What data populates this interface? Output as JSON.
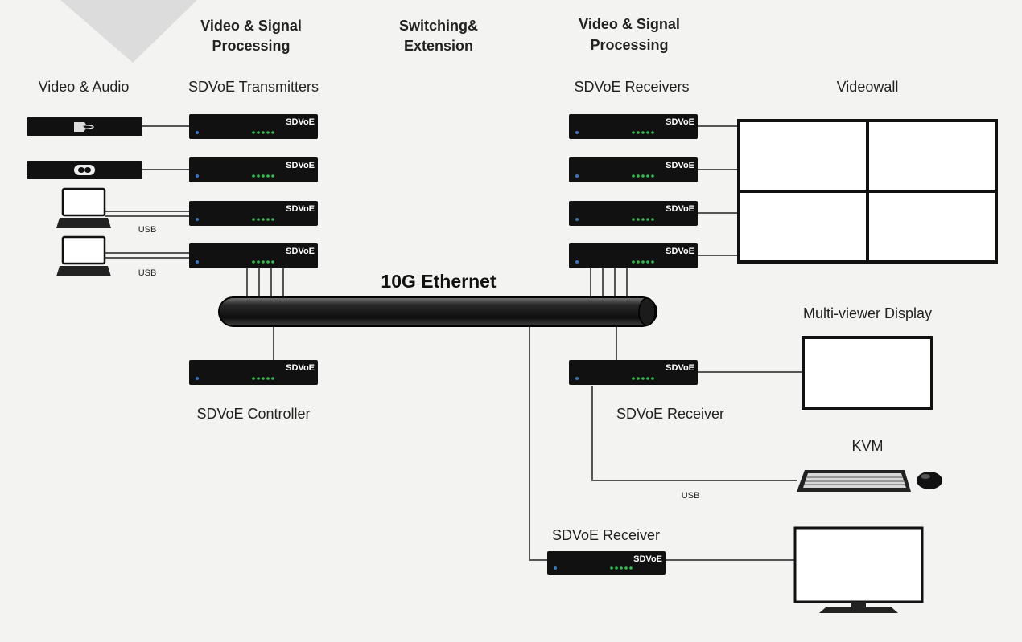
{
  "headers": {
    "processing_left": [
      "Video & Signal",
      "Processing"
    ],
    "switching": [
      "Switching&",
      "Extension"
    ],
    "processing_right": [
      "Video & Signal",
      "Processing"
    ]
  },
  "labels": {
    "video_audio": "Video & Audio",
    "transmitters": "SDVoE Transmitters",
    "receivers": "SDVoE Receivers",
    "videowall": "Videowall",
    "ethernet": "10G Ethernet",
    "controller": "SDVoE Controller",
    "multiviewer": "Multi-viewer Display",
    "receiver_a": "SDVoE Receiver",
    "receiver_b": "SDVoE Receiver",
    "kvm": "KVM",
    "usb": "USB",
    "device_brand": "SDVoE"
  },
  "sources": [
    {
      "kind": "blu-ray-player",
      "icon": "blu-ray-icon"
    },
    {
      "kind": "disc-player",
      "icon": "disc-icon"
    },
    {
      "kind": "laptop",
      "icon": "laptop-icon",
      "usb": true
    },
    {
      "kind": "laptop",
      "icon": "laptop-icon",
      "usb": true
    }
  ],
  "colors": {
    "background": "#f3f3f1",
    "device": "#111111",
    "led_green": "#2fbf4f",
    "led_blue": "#2e78c8",
    "wire": "#555555"
  }
}
